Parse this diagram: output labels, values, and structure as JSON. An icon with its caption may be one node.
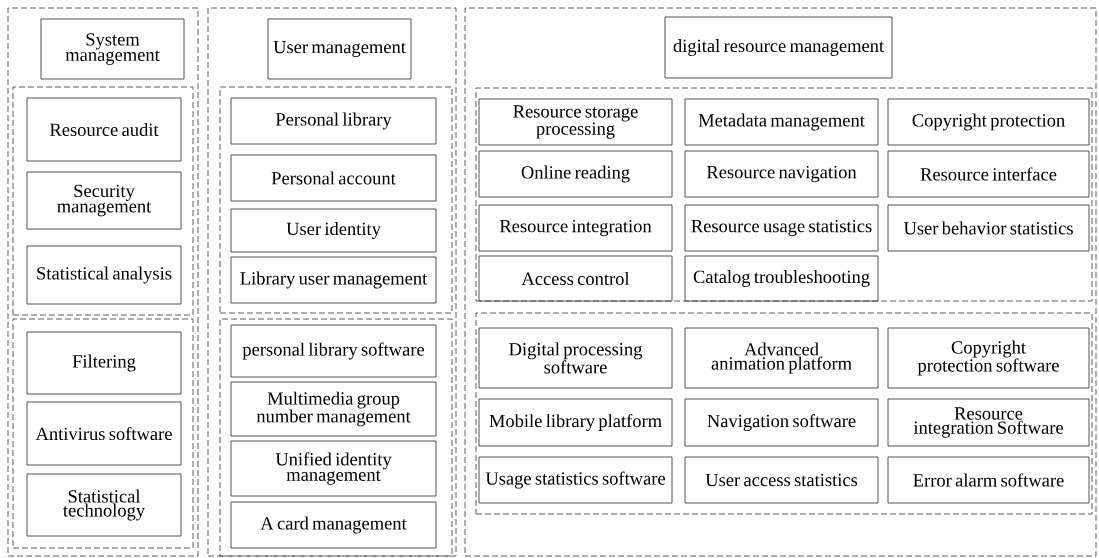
{
  "diagram": {
    "nodes": [
      {
        "text": [],
        "shape": "box"
      },
      {
        "text": [
          "System management"
        ],
        "in": 0
      },
      {
        "text": [],
        "shape": "box",
        "in": 0
      },
      {
        "text": [
          "Resource audit"
        ],
        "in": 2
      },
      {
        "text": [
          "Security management"
        ],
        "in": 2
      },
      {
        "text": [
          "Statistical analysis"
        ],
        "in": 2
      },
      {
        "text": [],
        "shape": "box",
        "in": 0
      },
      {
        "text": [
          "Filtering"
        ],
        "in": 6
      },
      {
        "text": [
          "Antivirus software"
        ],
        "in": 6
      },
      {
        "text": [
          "Statistical technology"
        ],
        "in": 6
      },
      {
        "text": [],
        "shape": "box"
      },
      {
        "text": [
          "User management"
        ],
        "in": 10
      },
      {
        "text": [],
        "shape": "box",
        "in": 10
      },
      {
        "text": [
          "Personal library"
        ],
        "in": 12
      },
      {
        "text": [
          "Personal account"
        ],
        "in": 12
      },
      {
        "text": [
          "User identity"
        ],
        "in": 12
      },
      {
        "text": [
          "Library user management"
        ],
        "in": 12
      },
      {
        "text": [],
        "shape": "box",
        "in": 10
      },
      {
        "text": [
          "personal library software"
        ],
        "in": 17
      },
      {
        "text": [
          "Multimedia group number management"
        ],
        "in": 17
      },
      {
        "text": [
          "Unified identity management"
        ],
        "in": 17
      },
      {
        "text": [
          "A card management"
        ],
        "in": 17
      },
      {
        "text": [],
        "shape": "box"
      },
      {
        "text": [
          "digital resource management"
        ],
        "in": 22
      },
      {
        "text": [],
        "shape": "box",
        "in": 22
      },
      {
        "text": [
          "Resource storage processing"
        ],
        "in": 24
      },
      {
        "text": [
          "Metadata management"
        ],
        "in": 24
      },
      {
        "text": [
          "Copyright protection"
        ],
        "in": 24
      },
      {
        "text": [
          "Online reading"
        ],
        "in": 24
      },
      {
        "text": [
          "Resource navigation"
        ],
        "in": 24
      },
      {
        "text": [
          "Resource interface"
        ],
        "in": 24
      },
      {
        "text": [
          "Resource integration"
        ],
        "in": 24
      },
      {
        "text": [
          "Resource usage statistics"
        ],
        "in": 24
      },
      {
        "text": [
          "User behavior statistics"
        ],
        "in": 24
      },
      {
        "text": [
          "Access control"
        ],
        "in": 24
      },
      {
        "text": [
          "Catalog troubleshooting"
        ],
        "in": 24
      },
      {
        "text": [],
        "shape": "box",
        "in": 22
      },
      {
        "text": [
          "Digital processing software"
        ],
        "in": 36
      },
      {
        "text": [
          "Advanced animation platform"
        ],
        "in": 36
      },
      {
        "text": [
          "Copyright protection software"
        ],
        "in": 36
      },
      {
        "text": [
          "Mobile library platform"
        ],
        "in": 36
      },
      {
        "text": [
          "Navigation software"
        ],
        "in": 36
      },
      {
        "text": [
          "Resource integration Software"
        ],
        "in": 36
      },
      {
        "text": [
          "Usage statistics software"
        ],
        "in": 36
      },
      {
        "text": [
          "User access statistics"
        ],
        "in": 36
      },
      {
        "text": [
          "Error alarm software"
        ],
        "in": 36
      }
    ]
  }
}
